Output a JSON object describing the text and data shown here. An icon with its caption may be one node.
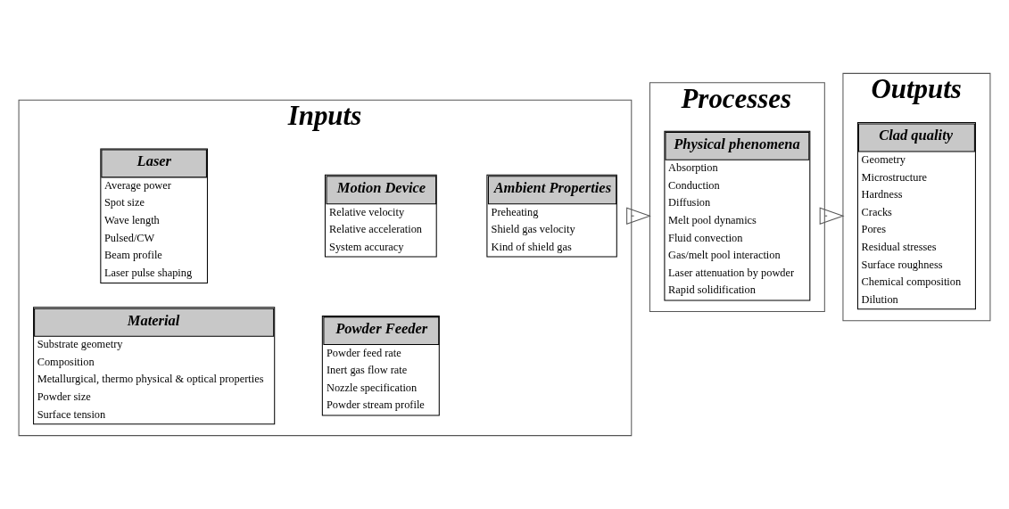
{
  "diagram": {
    "nodes": [
      {
        "text": [
          "Inputs"
        ]
      },
      {
        "text": [
          "Laser",
          "Average power",
          "Spot size",
          "Wave length",
          "Pulsed/CW",
          "Beam profile",
          "Laser pulse shaping"
        ],
        "in": 0
      },
      {
        "text": [
          "Motion Device",
          "Relative velocity",
          "Relative acceleration",
          "System accuracy"
        ],
        "in": 0
      },
      {
        "text": [
          "Material",
          "Substrate geometry",
          "Composition",
          "Metallurgical, thermo physical & optical properties",
          "Powder size",
          "Surface tension"
        ],
        "in": 0
      },
      {
        "text": [
          "Powder Feeder",
          "Powder feed rate",
          "Inert gas flow rate",
          "Nozzle specification",
          "Powder stream profile"
        ],
        "in": 0
      },
      {
        "text": [
          "Ambient Properties",
          "Preheating",
          "Shield gas velocity",
          "Kind of shield gas"
        ],
        "in": 0
      },
      {
        "text": [
          "Processes"
        ]
      },
      {
        "text": [
          "Physical phenomena",
          "Absorption",
          "Conduction",
          "Diffusion",
          "Melt pool dynamics",
          "Fluid convection",
          "Gas/melt pool interaction",
          "Laser attenuation by powder",
          "Rapid solidification"
        ],
        "in": 6
      },
      {
        "text": [
          "Outputs"
        ]
      },
      {
        "text": [
          "Clad quality",
          "Geometry",
          "Microstructure",
          "Hardness",
          "Cracks",
          "Pores",
          "Residual stresses",
          "Surface roughness",
          "Chemical composition",
          "Dilution"
        ],
        "in": 8
      }
    ],
    "edges": [
      {
        "from": 0,
        "to": 6,
        "arrow": "to"
      },
      {
        "from": 6,
        "to": 8,
        "arrow": "to"
      }
    ]
  }
}
